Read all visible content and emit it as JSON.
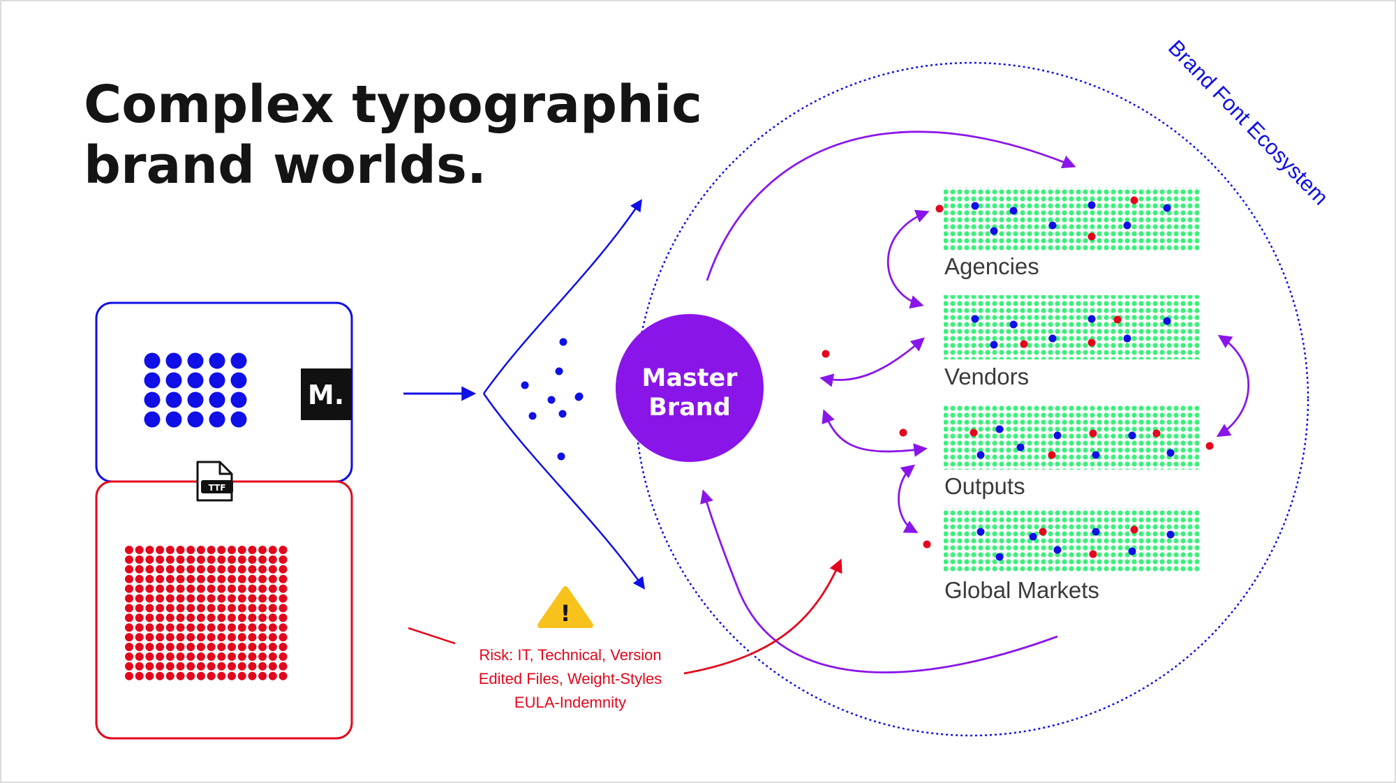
{
  "title": {
    "line1": "Complex typographic",
    "line2": "brand worlds."
  },
  "ecosystem_label": "Brand Font Ecosystem",
  "master_brand": {
    "line1": "Master",
    "line2": "Brand"
  },
  "brand_logo": "M.",
  "file_icon_label": "TTF",
  "groups": [
    {
      "label": "Agencies"
    },
    {
      "label": "Vendors"
    },
    {
      "label": "Outputs"
    },
    {
      "label": "Global Markets"
    }
  ],
  "risk": {
    "warning_symbol": "!",
    "line1": "Risk:  IT, Technical, Version",
    "line2": "Edited Files, Weight-Styles",
    "line3": "EULA-Indemnity"
  },
  "colors": {
    "blue": "#0f0fe6",
    "red": "#e3061c",
    "purple": "#8a15e8",
    "green": "#3cf07c",
    "warning": "#f7c21b",
    "black": "#141414"
  },
  "icons": {
    "file": "ttf-file-icon",
    "warning": "warning-triangle-icon"
  }
}
